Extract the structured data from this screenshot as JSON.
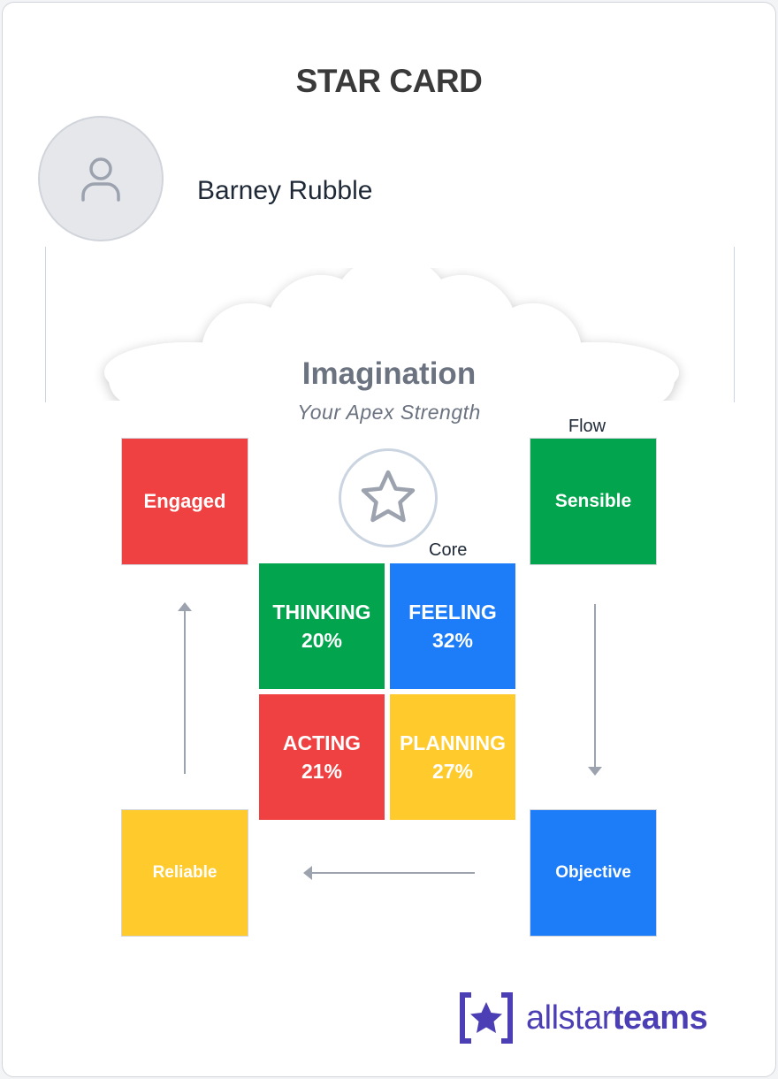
{
  "header": {
    "title": "STAR CARD"
  },
  "user": {
    "name": "Barney Rubble"
  },
  "apex": {
    "name": "Imagination",
    "subtitle": "Your Apex Strength"
  },
  "labels": {
    "flow": "Flow",
    "core": "Core"
  },
  "flow_boxes": {
    "engaged": "Engaged",
    "sensible": "Sensible",
    "reliable": "Reliable",
    "objective": "Objective"
  },
  "quadrants": {
    "thinking": {
      "label": "THINKING",
      "value": "20%"
    },
    "feeling": {
      "label": "FEELING",
      "value": "32%"
    },
    "acting": {
      "label": "ACTING",
      "value": "21%"
    },
    "planning": {
      "label": "PLANNING",
      "value": "27%"
    }
  },
  "colors": {
    "green": "#02a54e",
    "blue": "#1d7cf8",
    "red": "#f04142",
    "yellow": "#ffca2b",
    "brand": "#4c3fb5"
  },
  "logo": {
    "part1": "allstar",
    "part2": "teams"
  }
}
